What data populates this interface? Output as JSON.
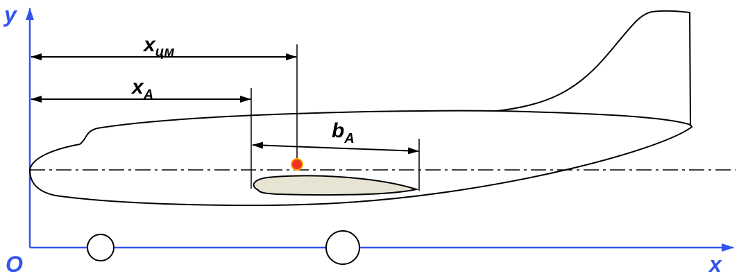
{
  "axes": {
    "y_label": "y",
    "x_label": "x",
    "origin_label": "O",
    "color": "#3355ee"
  },
  "dimensions": {
    "x_cm": {
      "main": "x",
      "sub": "цм"
    },
    "x_a": {
      "main": "x",
      "sub": "A"
    },
    "b_a": {
      "main": "b",
      "sub": "A"
    }
  },
  "colors": {
    "outline": "#000000",
    "wing_fill": "#e8e4d4",
    "cg_point": "#ee3322",
    "cg_point_outline": "#ffaa00"
  }
}
